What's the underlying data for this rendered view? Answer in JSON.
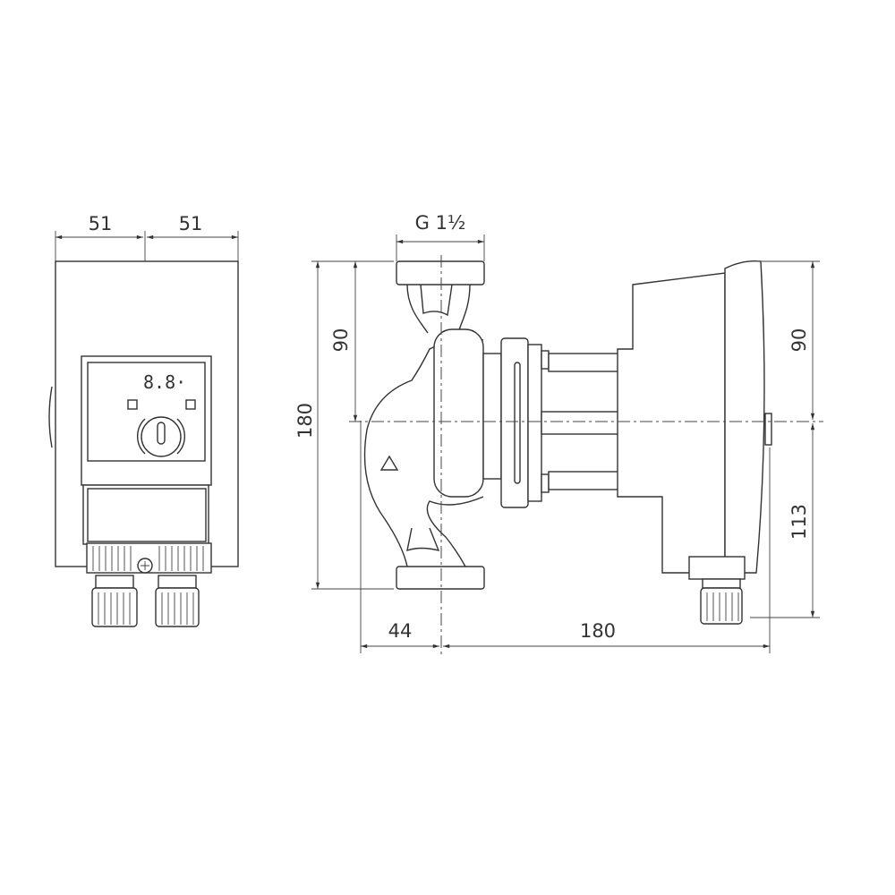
{
  "front_view": {
    "dim_left_half": "51",
    "dim_right_half": "51",
    "display_readout": "8.8·"
  },
  "side_view": {
    "connection_label": "G 1½",
    "dim_overall_height": "180",
    "dim_upper_height": "90",
    "dim_inlet_offset": "44",
    "dim_installation_length": "180",
    "dim_motor_upper": "90",
    "dim_motor_lower": "113"
  },
  "colors": {
    "line": "#333333",
    "background": "#ffffff"
  }
}
